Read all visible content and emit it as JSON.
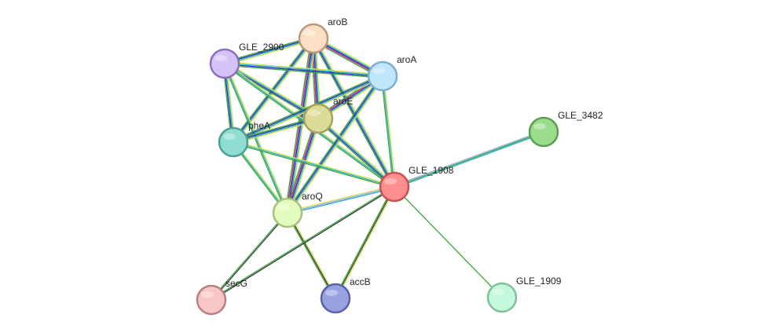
{
  "network": {
    "nodes": [
      {
        "id": "aroB",
        "label": "aroB",
        "fill": "#fde0c4",
        "stroke": "#b89a78"
      },
      {
        "id": "GLE_2900",
        "label": "GLE_2900",
        "fill": "#d6c2f7",
        "stroke": "#8a6fc0"
      },
      {
        "id": "aroA",
        "label": "aroA",
        "fill": "#bfe6fa",
        "stroke": "#7aaed0"
      },
      {
        "id": "aroE",
        "label": "aroE",
        "fill": "#dcdc96",
        "stroke": "#a3a360"
      },
      {
        "id": "pheA",
        "label": "pheA",
        "fill": "#8fdcd2",
        "stroke": "#4f9c94"
      },
      {
        "id": "GLE_3482",
        "label": "GLE_3482",
        "fill": "#99dd8c",
        "stroke": "#5a9f4f"
      },
      {
        "id": "GLE_1908",
        "label": "GLE_1908",
        "fill": "#ff8e8e",
        "stroke": "#c85252"
      },
      {
        "id": "aroQ",
        "label": "aroQ",
        "fill": "#e3fcbe",
        "stroke": "#a6c27c"
      },
      {
        "id": "secG",
        "label": "secG",
        "fill": "#f9c6c6",
        "stroke": "#b88080"
      },
      {
        "id": "accB",
        "label": "accB",
        "fill": "#98a2e0",
        "stroke": "#5a63a6"
      },
      {
        "id": "GLE_1909",
        "label": "GLE_1909",
        "fill": "#c4f9dc",
        "stroke": "#7fc09a"
      }
    ],
    "edges": [
      {
        "source": "aroB",
        "target": "GLE_2900",
        "colors": [
          "#d7e34c",
          "#2ab0c8",
          "#2a2ab8",
          "#3aa63a"
        ]
      },
      {
        "source": "aroB",
        "target": "aroA",
        "colors": [
          "#d7e34c",
          "#2ab0c8",
          "#2a2ab8",
          "#cc2a7a",
          "#3aa63a"
        ]
      },
      {
        "source": "aroB",
        "target": "aroE",
        "colors": [
          "#d7e34c",
          "#2ab0c8",
          "#2a2ab8",
          "#cc2a7a",
          "#3aa63a"
        ]
      },
      {
        "source": "aroB",
        "target": "pheA",
        "colors": [
          "#d7e34c",
          "#2ab0c8",
          "#2a2ab8",
          "#3aa63a"
        ]
      },
      {
        "source": "aroB",
        "target": "aroQ",
        "colors": [
          "#d7e34c",
          "#2ab0c8",
          "#2a2ab8",
          "#cc2a7a",
          "#3aa63a"
        ]
      },
      {
        "source": "aroB",
        "target": "GLE_1908",
        "colors": [
          "#d7e34c",
          "#2ab0c8",
          "#2a2ab8",
          "#3aa63a"
        ]
      },
      {
        "source": "GLE_2900",
        "target": "aroA",
        "colors": [
          "#d7e34c",
          "#2ab0c8",
          "#2a2ab8",
          "#3aa63a"
        ]
      },
      {
        "source": "GLE_2900",
        "target": "aroE",
        "colors": [
          "#d7e34c",
          "#2ab0c8",
          "#2a2ab8",
          "#3aa63a"
        ]
      },
      {
        "source": "GLE_2900",
        "target": "pheA",
        "colors": [
          "#d7e34c",
          "#2ab0c8",
          "#2a2ab8",
          "#3aa63a"
        ]
      },
      {
        "source": "GLE_2900",
        "target": "aroQ",
        "colors": [
          "#d7e34c",
          "#2ab0c8",
          "#3aa63a"
        ]
      },
      {
        "source": "GLE_2900",
        "target": "GLE_1908",
        "colors": [
          "#d7e34c",
          "#2ab0c8",
          "#3aa63a"
        ]
      },
      {
        "source": "aroA",
        "target": "aroE",
        "colors": [
          "#d7e34c",
          "#2ab0c8",
          "#2a2ab8",
          "#cc2a7a",
          "#3aa63a"
        ]
      },
      {
        "source": "aroA",
        "target": "pheA",
        "colors": [
          "#d7e34c",
          "#2ab0c8",
          "#2a2ab8",
          "#3aa63a"
        ]
      },
      {
        "source": "aroA",
        "target": "aroQ",
        "colors": [
          "#d7e34c",
          "#2ab0c8",
          "#2a2ab8",
          "#3aa63a"
        ]
      },
      {
        "source": "aroA",
        "target": "GLE_1908",
        "colors": [
          "#d7e34c",
          "#2ab0c8",
          "#3aa63a"
        ]
      },
      {
        "source": "aroE",
        "target": "pheA",
        "colors": [
          "#d7e34c",
          "#2ab0c8",
          "#2a2ab8",
          "#3aa63a"
        ]
      },
      {
        "source": "aroE",
        "target": "aroQ",
        "colors": [
          "#d7e34c",
          "#2ab0c8",
          "#2a2ab8",
          "#cc2a7a",
          "#3aa63a"
        ]
      },
      {
        "source": "aroE",
        "target": "GLE_1908",
        "colors": [
          "#d7e34c",
          "#2ab0c8",
          "#2a2ab8",
          "#3aa63a"
        ]
      },
      {
        "source": "pheA",
        "target": "aroQ",
        "colors": [
          "#d7e34c",
          "#2ab0c8",
          "#3aa63a"
        ]
      },
      {
        "source": "pheA",
        "target": "GLE_1908",
        "colors": [
          "#d7e34c",
          "#2ab0c8",
          "#3aa63a"
        ]
      },
      {
        "source": "aroQ",
        "target": "GLE_1908",
        "colors": [
          "#d7e34c",
          "#9aa7f0",
          "#2ab0c8"
        ]
      },
      {
        "source": "aroQ",
        "target": "secG",
        "colors": [
          "#3a3a3a",
          "#3aa63a"
        ]
      },
      {
        "source": "aroQ",
        "target": "accB",
        "colors": [
          "#d7e34c",
          "#3a3a3a",
          "#3aa63a"
        ]
      },
      {
        "source": "GLE_1908",
        "target": "secG",
        "colors": [
          "#3a3a3a",
          "#3aa63a"
        ]
      },
      {
        "source": "GLE_1908",
        "target": "accB",
        "colors": [
          "#d7e34c",
          "#3a3a3a",
          "#3aa63a"
        ]
      },
      {
        "source": "GLE_1908",
        "target": "GLE_3482",
        "colors": [
          "#9aa7f0",
          "#3aa63a",
          "#2ab0c8"
        ]
      },
      {
        "source": "GLE_1908",
        "target": "GLE_1909",
        "colors": [
          "#3aa63a"
        ]
      }
    ]
  }
}
